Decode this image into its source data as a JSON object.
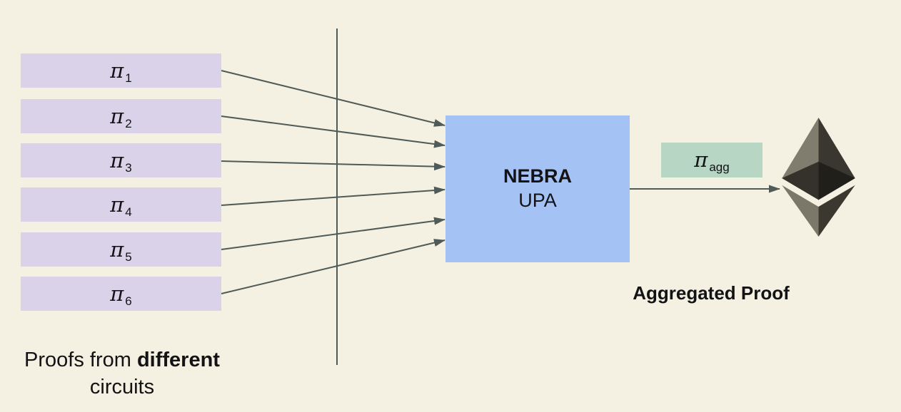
{
  "colors": {
    "background": "#f5f1e2",
    "proof_box": "#d9d2e9",
    "aggregator_box": "#a4c2f4",
    "aggregated_box": "#b7d6c3",
    "line": "#4f5b58",
    "text": "#131316"
  },
  "proof_inputs": [
    {
      "symbol": "π",
      "subscript": "1"
    },
    {
      "symbol": "π",
      "subscript": "2"
    },
    {
      "symbol": "π",
      "subscript": "3"
    },
    {
      "symbol": "π",
      "subscript": "4"
    },
    {
      "symbol": "π",
      "subscript": "5"
    },
    {
      "symbol": "π",
      "subscript": "6"
    }
  ],
  "aggregator": {
    "title": "NEBRA",
    "subtitle": "UPA"
  },
  "aggregated_proof": {
    "symbol": "π",
    "subscript": "agg",
    "caption": "Aggregated Proof"
  },
  "inputs_caption": {
    "prefix": "Proofs from ",
    "bold_word": "different",
    "line2": "circuits"
  },
  "ethereum_logo": {
    "faces": [
      "#817d6e",
      "#393730",
      "#34322b",
      "#201f19",
      "#7c7869",
      "#3a382f"
    ]
  }
}
